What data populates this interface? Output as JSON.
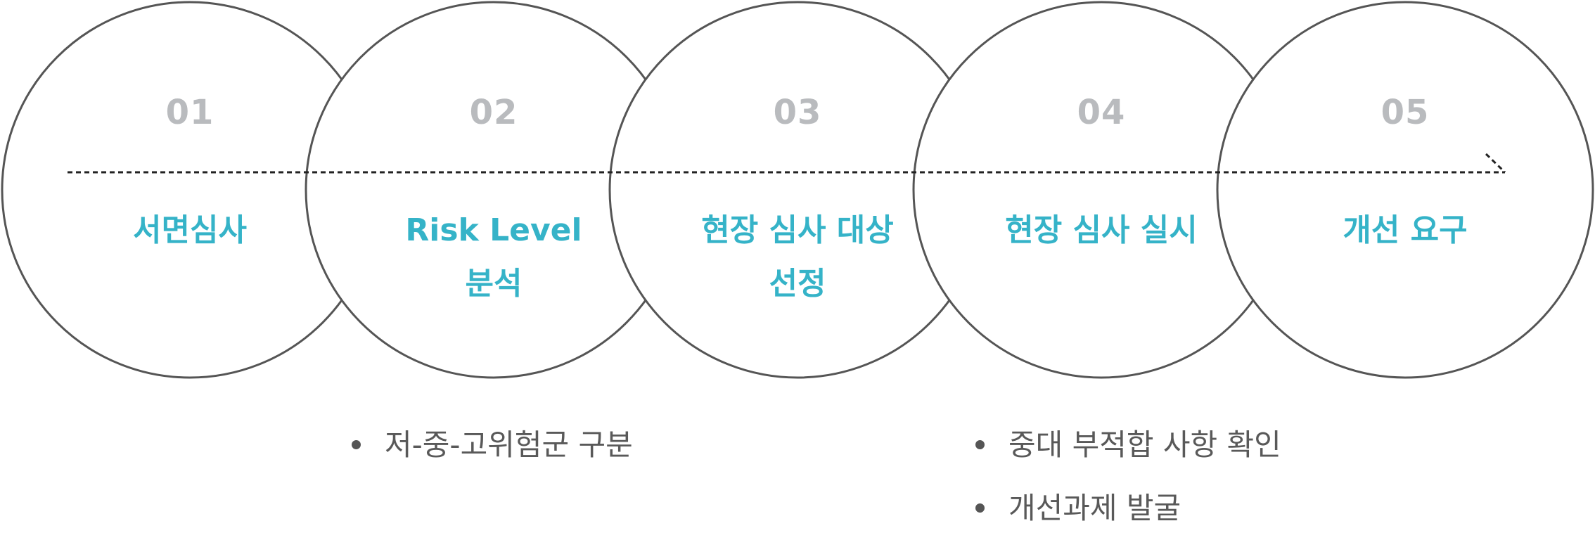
{
  "colors": {
    "circle_stroke": "#555555",
    "number": "#b9bbbe",
    "title": "#35b3c8",
    "bullet_text": "#595959",
    "flow_line": "#222222"
  },
  "flow": {
    "line_style": "dashed",
    "direction": "left-to-right",
    "arrow_icon": "arrow-head-right"
  },
  "steps": [
    {
      "number": "01",
      "title_lines": [
        "서면심사"
      ]
    },
    {
      "number": "02",
      "title_lines": [
        "Risk Level",
        "분석"
      ]
    },
    {
      "number": "03",
      "title_lines": [
        "현장 심사 대상",
        "선정"
      ]
    },
    {
      "number": "04",
      "title_lines": [
        "현장 심사 실시"
      ]
    },
    {
      "number": "05",
      "title_lines": [
        "개선 요구"
      ]
    }
  ],
  "notes": [
    {
      "attached_to_step": "02",
      "items": [
        "저-중-고위험군 구분"
      ]
    },
    {
      "attached_to_step": "04",
      "items": [
        "중대 부적합 사항 확인",
        "개선과제 발굴"
      ]
    }
  ]
}
